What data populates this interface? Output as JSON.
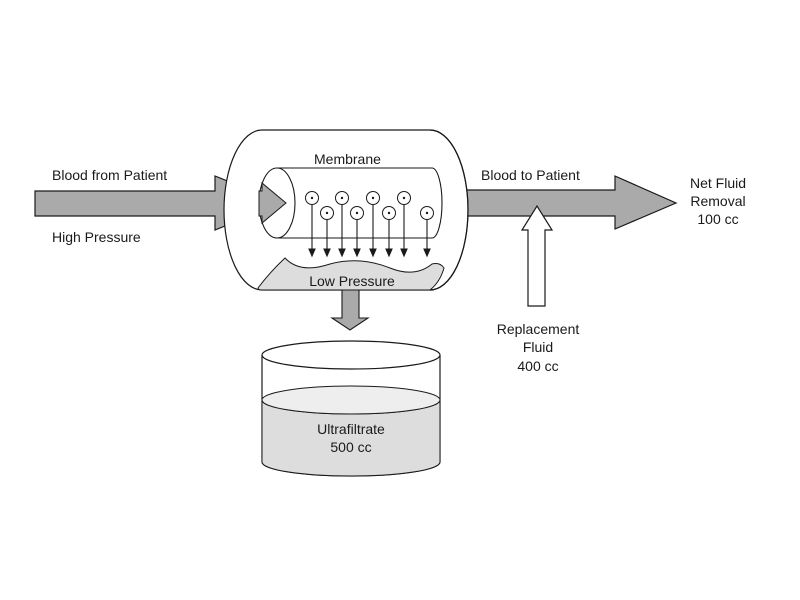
{
  "labels": {
    "blood_from_patient": "Blood from Patient",
    "high_pressure": "High Pressure",
    "membrane": "Membrane",
    "blood_to_patient": "Blood to Patient",
    "net_fluid_removal": [
      "Net Fluid",
      "Removal",
      "100 cc"
    ],
    "low_pressure": "Low Pressure",
    "replacement_fluid": [
      "Replacement",
      "Fluid",
      "400 cc"
    ],
    "ultrafiltrate": [
      "Ultrafiltrate",
      "500 cc"
    ]
  },
  "colors": {
    "arrow_fill": "#aaaaaa",
    "outline": "#1a1a1a",
    "fluid_fill": "#dddddd",
    "white": "#ffffff"
  }
}
